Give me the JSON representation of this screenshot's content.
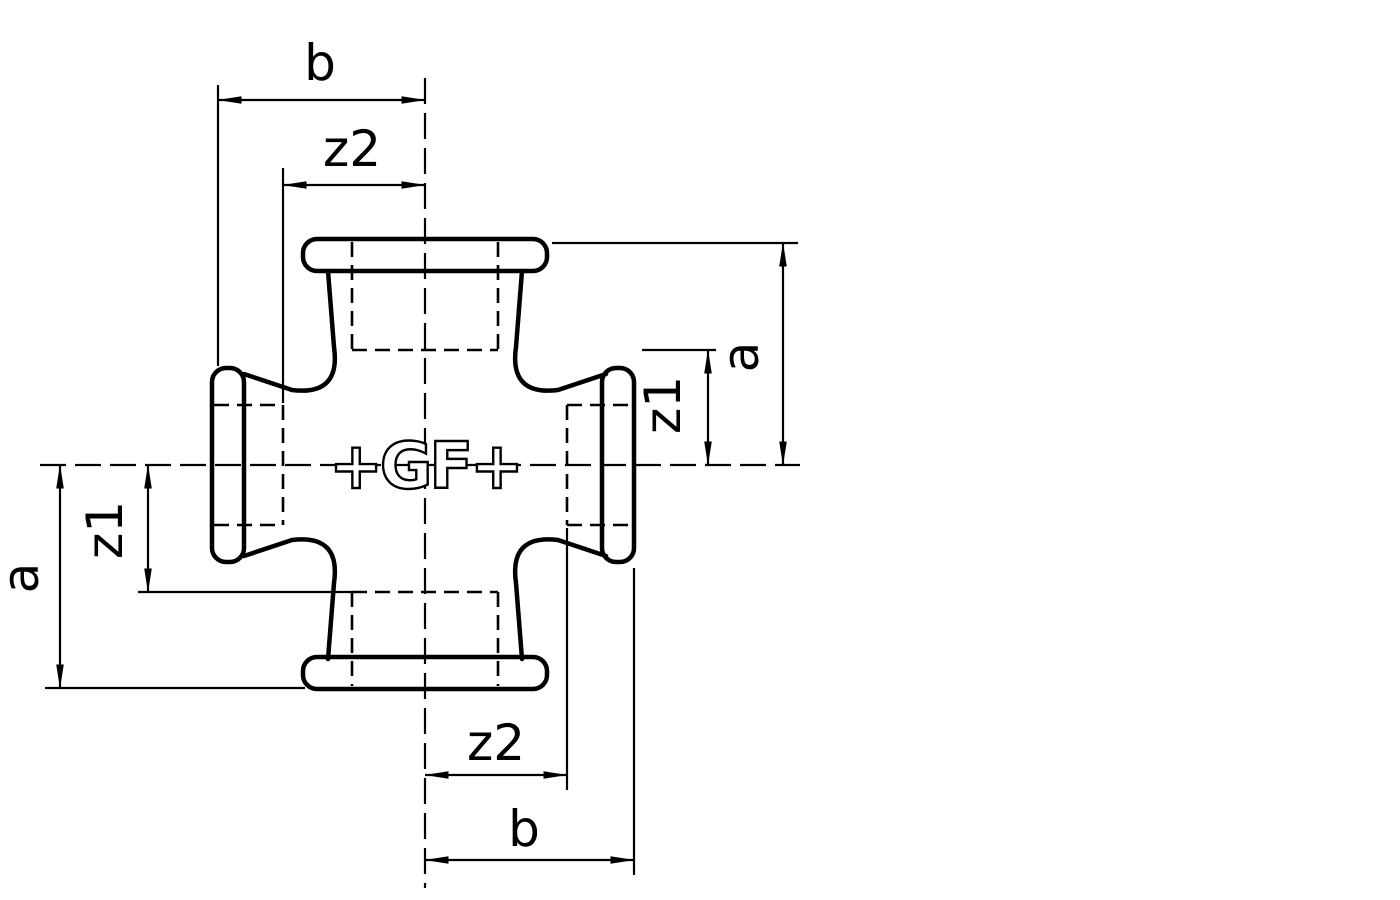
{
  "drawing": {
    "logo": "+GF+",
    "colors": {
      "line": "#000000",
      "background": "#ffffff"
    },
    "dimensions": {
      "top_b": "b",
      "top_z2": "z2",
      "right_a": "a",
      "right_z1": "z1",
      "left_a": "a",
      "left_z1": "z1",
      "bottom_z2": "z2",
      "bottom_b": "b"
    }
  }
}
